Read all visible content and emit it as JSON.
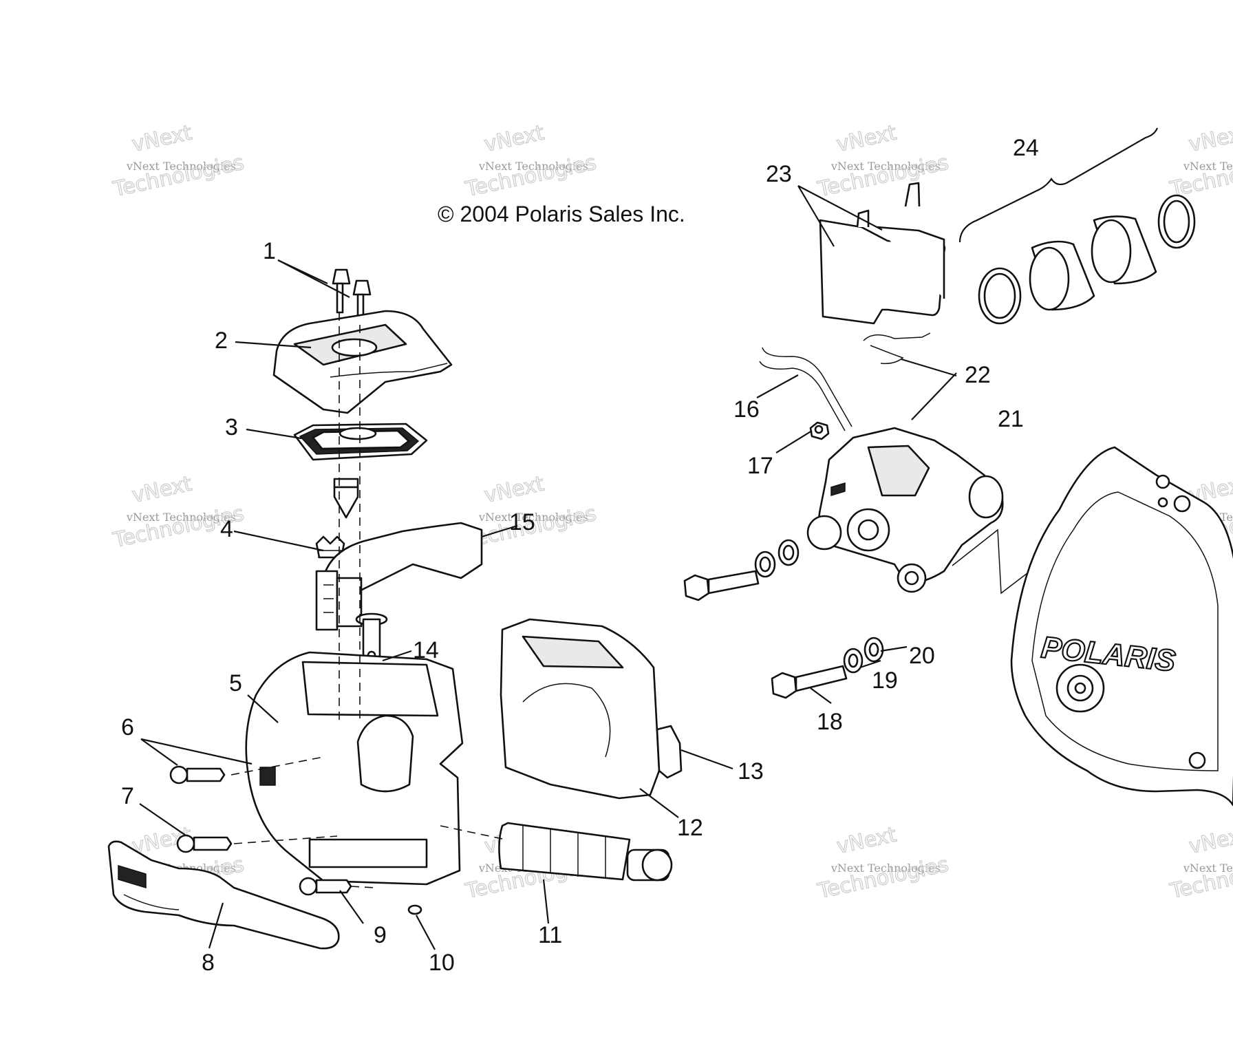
{
  "copyright": "© 2004 Polaris Sales Inc.",
  "watermark": {
    "top_line": "vNext",
    "brand_small": "vNext Technologies",
    "bottom_line": "Technologies"
  },
  "logo_text": "POLARIS",
  "callouts": [
    {
      "n": "1"
    },
    {
      "n": "2"
    },
    {
      "n": "3"
    },
    {
      "n": "4"
    },
    {
      "n": "5"
    },
    {
      "n": "6"
    },
    {
      "n": "7"
    },
    {
      "n": "8"
    },
    {
      "n": "9"
    },
    {
      "n": "10"
    },
    {
      "n": "11"
    },
    {
      "n": "12"
    },
    {
      "n": "13"
    },
    {
      "n": "14"
    },
    {
      "n": "15"
    },
    {
      "n": "16"
    },
    {
      "n": "17"
    },
    {
      "n": "18"
    },
    {
      "n": "19"
    },
    {
      "n": "20"
    },
    {
      "n": "21"
    },
    {
      "n": "22"
    },
    {
      "n": "23"
    },
    {
      "n": "24"
    }
  ],
  "colors": {
    "line": "#111111",
    "background": "#ffffff",
    "watermark": "#cfcfcf"
  }
}
